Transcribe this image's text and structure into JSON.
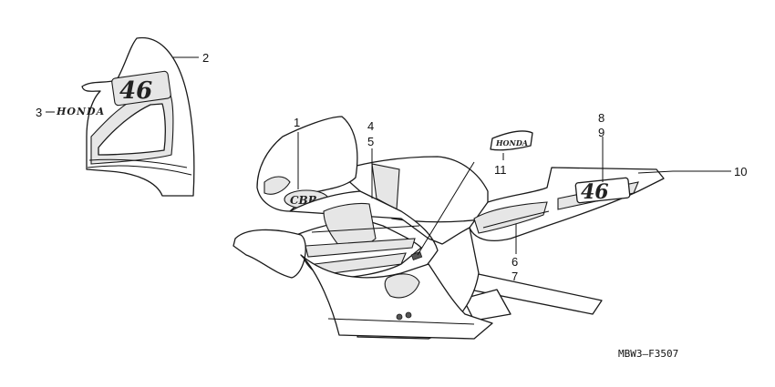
{
  "callouts": [
    {
      "id": "1",
      "text": "1"
    },
    {
      "id": "2",
      "text": "2"
    },
    {
      "id": "3",
      "text": "3"
    },
    {
      "id": "4",
      "text": "4"
    },
    {
      "id": "5",
      "text": "5"
    },
    {
      "id": "6",
      "text": "6"
    },
    {
      "id": "7",
      "text": "7"
    },
    {
      "id": "8",
      "text": "8"
    },
    {
      "id": "9",
      "text": "9"
    },
    {
      "id": "10",
      "text": "10"
    },
    {
      "id": "11",
      "text": "11"
    }
  ],
  "decals": {
    "number_front": "46",
    "number_tail": "46",
    "brand": "HONDA",
    "model": "CBR",
    "tag": "HONDA"
  },
  "diagram_code": "MBW3–F3507"
}
